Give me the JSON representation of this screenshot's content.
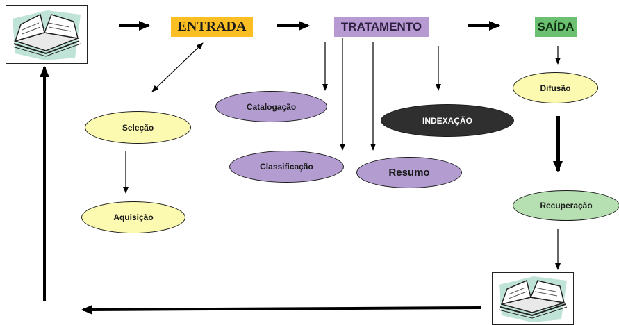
{
  "stages": {
    "entrada": "ENTRADA",
    "tratamento": "TRATAMENTO",
    "saida": "SAÍDA"
  },
  "nodes": {
    "selecao": "Seleção",
    "aquisicao": "Aquisição",
    "catalogacao": "Catalogação",
    "classificacao": "Classificação",
    "resumo": "Resumo",
    "indexacao": "INDEXAÇÃO",
    "difusao": "Difusão",
    "recuperacao": "Recuperação"
  },
  "icons": {
    "top": "open-book-icon",
    "bottom": "open-book-icon"
  },
  "colors": {
    "entrada": "#fbbf24",
    "tratamento": "#b79ad1",
    "saida": "#6cc072",
    "yellow_node": "#fbfab0",
    "purple_node": "#b29cd0",
    "green_node": "#b6e0b2",
    "dark_node": "#2f2f2f"
  }
}
